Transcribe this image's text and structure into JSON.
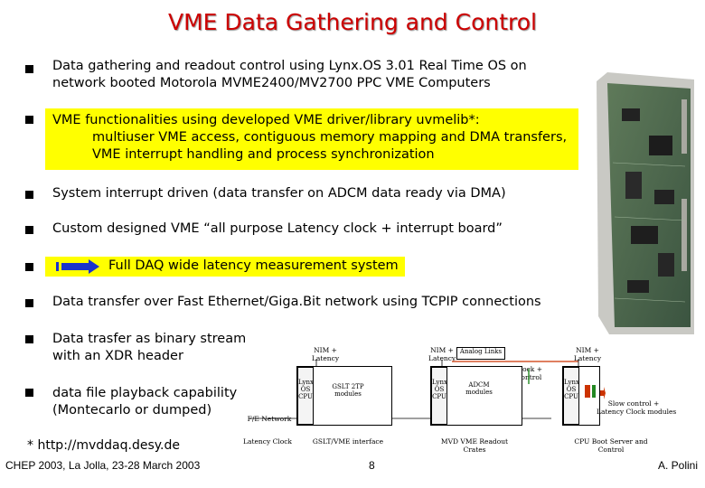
{
  "title": "VME Data Gathering and Control",
  "bullets": [
    {
      "line1": "Data gathering and readout control using Lynx.OS 3.01 Real Time OS on",
      "line2": "network booted Motorola MVME2400/MV2700 PPC VME Computers"
    },
    {
      "line1": "VME functionalities using developed VME driver/library uvmelib*:",
      "line2": "multiuser VME access, contiguous memory mapping and DMA transfers,",
      "line3": "VME interrupt handling and process synchronization"
    },
    {
      "line1": "System interrupt driven (data transfer on ADCM data ready via DMA)"
    },
    {
      "line1": "Custom designed VME “all purpose Latency clock + interrupt board”"
    },
    {
      "line1": "Full DAQ wide latency measurement system"
    },
    {
      "line1": "Data transfer over Fast Ethernet/Giga.Bit network using TCPIP connections"
    },
    {
      "line1": "Data trasfer as binary stream",
      "line2": "with an XDR header"
    },
    {
      "line1": "data file playback capability",
      "line2": "(Montecarlo or dumped)"
    }
  ],
  "footnote": "* http://mvddaq.desy.de",
  "footer": {
    "left": "CHEP 2003, La Jolla, 23-28 March 2003",
    "page": "8",
    "right": "A. Polini"
  },
  "diagram": {
    "nim1": "NIM +\nLatency",
    "nim2": "NIM +",
    "nim2b": "Latency",
    "analog_links": "Analog Links",
    "nim3": "NIM +\nLatency",
    "clock_control": "Clock +\nControl",
    "crate1_cpu": "Lynx\nOS\nCPU",
    "crate1_mod": "GSLT 2TP\nmodules",
    "crate2_cpu": "Lynx\nOS\nCPU",
    "crate2_mod": "ADCM\nmodules",
    "crate3_cpu": "Lynx\nOS\nCPU",
    "slow_control": "Slow control +\nLatency Clock modules",
    "fe_network": "F/E Network",
    "latency_clock": "Latency Clock",
    "gsl_iface": "GSLT/VME interface",
    "mvd_readout": "MVD VME Readout\nCrates",
    "cpu_boot": "CPU Boot Server and Control"
  },
  "colors": {
    "title": "#cc0000",
    "highlight": "#ffff00",
    "arrow": "#1a33cc",
    "links": "#cc3300"
  }
}
